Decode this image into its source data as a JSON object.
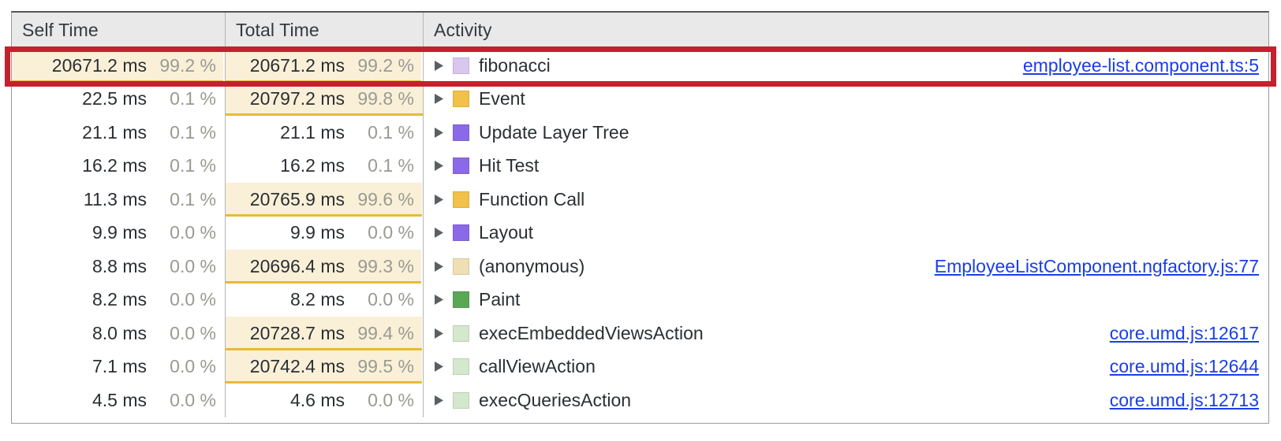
{
  "panel": {
    "name": "bottom-up-profiler-table",
    "columns": [
      {
        "key": "self_time",
        "label": "Self Time"
      },
      {
        "key": "total_time",
        "label": "Total Time"
      },
      {
        "key": "activity",
        "label": "Activity"
      }
    ]
  },
  "colors": {
    "bar_fill": "#faf0d8",
    "bar_border": "#e9b939",
    "link": "#1a3ee8",
    "highlight_rect": "#c5202e",
    "header_bg": "#e9e9e9",
    "text": "#2b2f33",
    "percent_text": "#9a9a93",
    "disclosure_triangle": "#5a5f63"
  },
  "annotation": {
    "type": "highlight-rectangle",
    "color": "#c5202e",
    "target_row_index": 0,
    "target_row_activity": "fibonacci"
  },
  "rows": [
    {
      "self_time_ms": "20671.2 ms",
      "self_time_pct": "99.2 %",
      "self_bar_pct": 99.2,
      "total_time_ms": "20671.2 ms",
      "total_time_pct": "99.2 %",
      "total_bar_pct": 99.2,
      "expander": "disclosure-triangle-collapsed",
      "swatch_color": "#d9c7ef",
      "activity": "fibonacci",
      "source_link": "employee-list.component.ts:5",
      "highlighted": true
    },
    {
      "self_time_ms": "22.5 ms",
      "self_time_pct": "0.1 %",
      "self_bar_pct": 0.1,
      "total_time_ms": "20797.2 ms",
      "total_time_pct": "99.8 %",
      "total_bar_pct": 99.8,
      "expander": "disclosure-triangle-collapsed",
      "swatch_color": "#f2c14a",
      "activity": "Event",
      "source_link": "",
      "highlighted": false
    },
    {
      "self_time_ms": "21.1 ms",
      "self_time_pct": "0.1 %",
      "self_bar_pct": 0.1,
      "total_time_ms": "21.1 ms",
      "total_time_pct": "0.1 %",
      "total_bar_pct": 0.1,
      "expander": "disclosure-triangle-collapsed",
      "swatch_color": "#8b6ae8",
      "activity": "Update Layer Tree",
      "source_link": "",
      "highlighted": false
    },
    {
      "self_time_ms": "16.2 ms",
      "self_time_pct": "0.1 %",
      "self_bar_pct": 0.1,
      "total_time_ms": "16.2 ms",
      "total_time_pct": "0.1 %",
      "total_bar_pct": 0.1,
      "expander": "disclosure-triangle-collapsed",
      "swatch_color": "#8b6ae8",
      "activity": "Hit Test",
      "source_link": "",
      "highlighted": false
    },
    {
      "self_time_ms": "11.3 ms",
      "self_time_pct": "0.1 %",
      "self_bar_pct": 0.1,
      "total_time_ms": "20765.9 ms",
      "total_time_pct": "99.6 %",
      "total_bar_pct": 99.6,
      "expander": "disclosure-triangle-collapsed",
      "swatch_color": "#f2c14a",
      "activity": "Function Call",
      "source_link": "",
      "highlighted": false
    },
    {
      "self_time_ms": "9.9 ms",
      "self_time_pct": "0.0 %",
      "self_bar_pct": 0.0,
      "total_time_ms": "9.9 ms",
      "total_time_pct": "0.0 %",
      "total_bar_pct": 0.0,
      "expander": "disclosure-triangle-collapsed",
      "swatch_color": "#8b6ae8",
      "activity": "Layout",
      "source_link": "",
      "highlighted": false
    },
    {
      "self_time_ms": "8.8 ms",
      "self_time_pct": "0.0 %",
      "self_bar_pct": 0.0,
      "total_time_ms": "20696.4 ms",
      "total_time_pct": "99.3 %",
      "total_bar_pct": 99.3,
      "expander": "disclosure-triangle-collapsed",
      "swatch_color": "#eee0b4",
      "activity": "(anonymous)",
      "source_link": "EmployeeListComponent.ngfactory.js:77",
      "highlighted": false
    },
    {
      "self_time_ms": "8.2 ms",
      "self_time_pct": "0.0 %",
      "self_bar_pct": 0.0,
      "total_time_ms": "8.2 ms",
      "total_time_pct": "0.0 %",
      "total_bar_pct": 0.0,
      "expander": "disclosure-triangle-collapsed",
      "swatch_color": "#5aa854",
      "activity": "Paint",
      "source_link": "",
      "highlighted": false
    },
    {
      "self_time_ms": "8.0 ms",
      "self_time_pct": "0.0 %",
      "self_bar_pct": 0.0,
      "total_time_ms": "20728.7 ms",
      "total_time_pct": "99.4 %",
      "total_bar_pct": 99.4,
      "expander": "disclosure-triangle-collapsed",
      "swatch_color": "#d3e8cd",
      "activity": "execEmbeddedViewsAction",
      "source_link": "core.umd.js:12617",
      "highlighted": false
    },
    {
      "self_time_ms": "7.1 ms",
      "self_time_pct": "0.0 %",
      "self_bar_pct": 0.0,
      "total_time_ms": "20742.4 ms",
      "total_time_pct": "99.5 %",
      "total_bar_pct": 99.5,
      "expander": "disclosure-triangle-collapsed",
      "swatch_color": "#d3e8cd",
      "activity": "callViewAction",
      "source_link": "core.umd.js:12644",
      "highlighted": false
    },
    {
      "self_time_ms": "4.5 ms",
      "self_time_pct": "0.0 %",
      "self_bar_pct": 0.0,
      "total_time_ms": "4.6 ms",
      "total_time_pct": "0.0 %",
      "total_bar_pct": 0.0,
      "expander": "disclosure-triangle-collapsed",
      "swatch_color": "#d3e8cd",
      "activity": "execQueriesAction",
      "source_link": "core.umd.js:12713",
      "highlighted": false
    }
  ]
}
